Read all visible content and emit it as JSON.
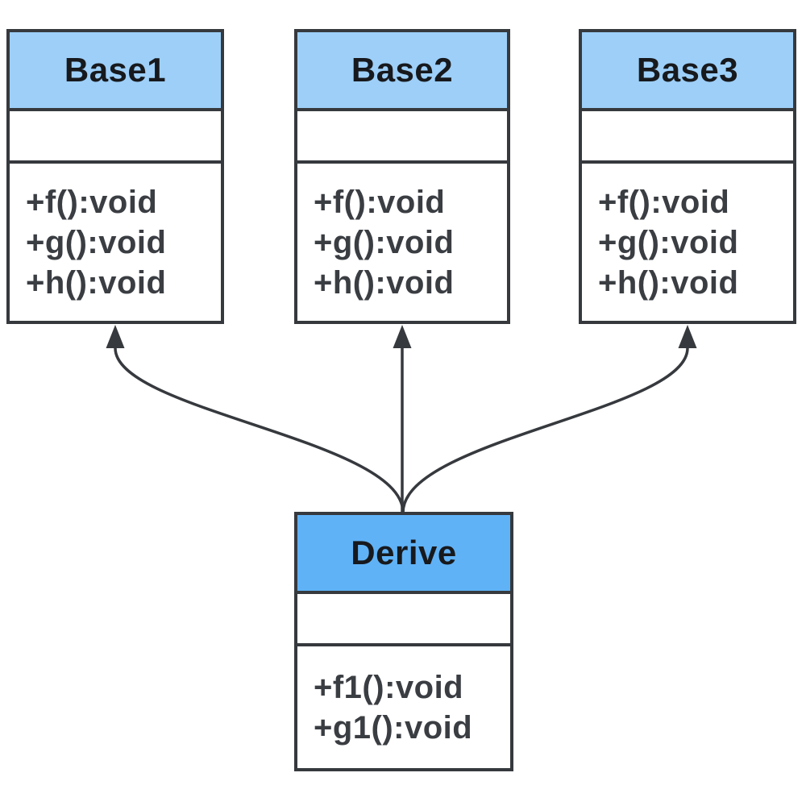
{
  "diagram": {
    "kind": "uml-class-diagram",
    "classes": [
      {
        "id": "base1",
        "name": "Base1",
        "attributes": [],
        "methods": [
          "+f():void",
          "+g():void",
          "+h():void"
        ]
      },
      {
        "id": "base2",
        "name": "Base2",
        "attributes": [],
        "methods": [
          "+f():void",
          "+g():void",
          "+h():void"
        ]
      },
      {
        "id": "base3",
        "name": "Base3",
        "attributes": [],
        "methods": [
          "+f():void",
          "+g():void",
          "+h():void"
        ]
      },
      {
        "id": "derive",
        "name": "Derive",
        "attributes": [],
        "methods": [
          "+f1():void",
          "+g1():void"
        ]
      }
    ],
    "relationships": [
      {
        "from": "Derive",
        "to": "Base1",
        "type": "generalization",
        "line": "curved"
      },
      {
        "from": "Derive",
        "to": "Base2",
        "type": "generalization",
        "line": "straight"
      },
      {
        "from": "Derive",
        "to": "Base3",
        "type": "generalization",
        "line": "curved"
      }
    ],
    "colors": {
      "base_header_fill": "#9dcff8",
      "derive_header_fill": "#60b2f6",
      "border": "#36393d",
      "connector": "#36393d",
      "class_title_text": "#17191d",
      "method_text": "#3a3d42",
      "background": "#ffffff"
    }
  }
}
